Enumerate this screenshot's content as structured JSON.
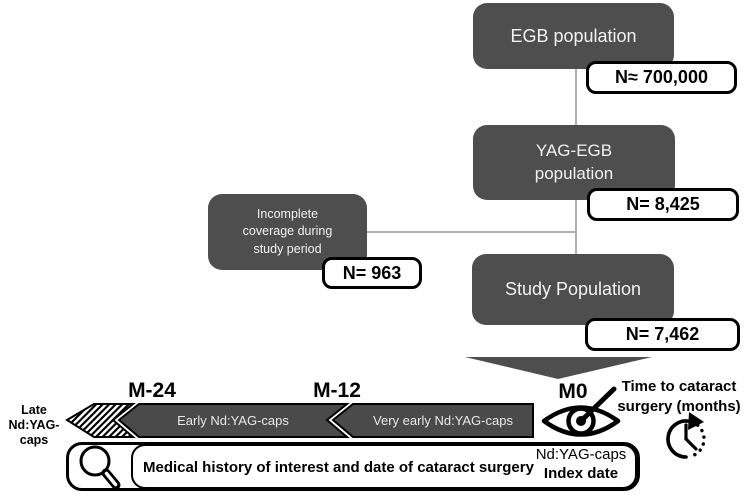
{
  "flowchart": {
    "egb": {
      "label": "EGB population",
      "n": "N≈ 700,000"
    },
    "yag_egb": {
      "line1": "YAG-EGB",
      "line2": "population",
      "n": "N= 8,425"
    },
    "excluded": {
      "line1": "Incomplete",
      "line2": "coverage during",
      "line3": "study period",
      "n": "N= 963"
    },
    "study": {
      "label": "Study Population",
      "n": "N= 7,462"
    }
  },
  "timeline": {
    "m24": "M-24",
    "m12": "M-12",
    "m0": "M0",
    "late": {
      "line1": "Late",
      "line2": "Nd:YAG-caps"
    },
    "early_label": "Early Nd:YAG-caps",
    "very_early_label": "Very early Nd:YAG-caps",
    "axis": {
      "line1": "Time to cataract",
      "line2": "surgery (months)"
    }
  },
  "bottom_panel": {
    "history_label": "Medical history of interest and date of cataract surgery",
    "index": {
      "line1": "Nd:YAG-caps",
      "line2": "Index date"
    }
  },
  "icons": {
    "eye": "eye-laser-icon",
    "clock": "time-clock-icon",
    "magnifier": "magnifying-glass-icon"
  },
  "colors": {
    "node_fill": "#4e4e4e",
    "node_text": "#f1f1f1",
    "bar_fill": "#4a4a4a",
    "outline": "#000000",
    "connector": "#b0b0b0",
    "background": "#ffffff"
  }
}
